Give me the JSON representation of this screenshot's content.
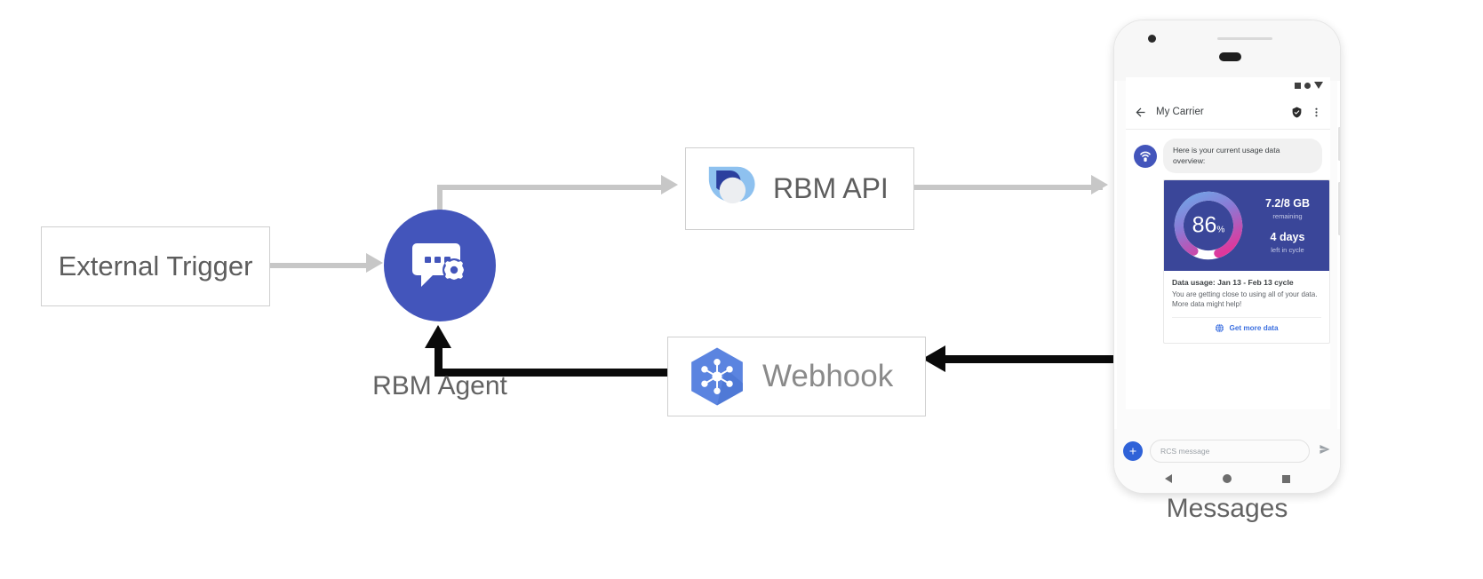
{
  "diagram": {
    "title": "RBM Agent architecture flow",
    "nodes": {
      "external_trigger": {
        "label": "External Trigger"
      },
      "rbm_agent": {
        "label": "RBM Agent",
        "icon": "chat-gear-icon"
      },
      "rbm_api": {
        "label": "RBM API",
        "icon": "rbm-api-logo-icon"
      },
      "webhook": {
        "label": "Webhook",
        "icon": "cloud-functions-hexagon-icon"
      },
      "messages": {
        "label": "Messages"
      }
    },
    "colors": {
      "agent_blue": "#4355bb",
      "connector_gray": "#c7c7c7",
      "connector_black": "#0a0a0a",
      "card_hero_blue": "#3a4699",
      "link_blue": "#3b6fe0",
      "gauge_pink": "#e0379b",
      "gauge_light_blue": "#6fa8e8"
    }
  },
  "phone": {
    "status_bar": {
      "icons": [
        "square-icon",
        "circle-icon",
        "triangle-down-icon"
      ]
    },
    "app_bar": {
      "back_icon": "back-arrow-icon",
      "title": "My Carrier",
      "verified_icon": "verified-shield-icon",
      "overflow_icon": "more-vert-icon"
    },
    "conversation": {
      "agent_avatar_icon": "rcs-antenna-icon",
      "incoming_message": "Here is your current usage data overview:"
    },
    "rich_card": {
      "gauge": {
        "percent_value": "86",
        "percent_symbol": "%",
        "fill_percent": 86
      },
      "data_remaining": "7.2/8 GB",
      "data_remaining_sub": "remaining",
      "days_left": "4 days",
      "days_left_sub": "left in cycle",
      "title": "Data usage: Jan 13 - Feb 13 cycle",
      "description": "You are getting close to using all of your data. More data might help!",
      "action_icon": "globe-icon",
      "action_label": "Get more data"
    },
    "composer": {
      "plus_icon": "plus-icon",
      "plus_label": "+",
      "input_placeholder": "RCS message",
      "input_value": "",
      "send_icon": "send-icon"
    },
    "nav_bar": {
      "back_icon": "nav-back-icon",
      "home_icon": "nav-home-icon",
      "recents_icon": "nav-recents-icon"
    }
  }
}
